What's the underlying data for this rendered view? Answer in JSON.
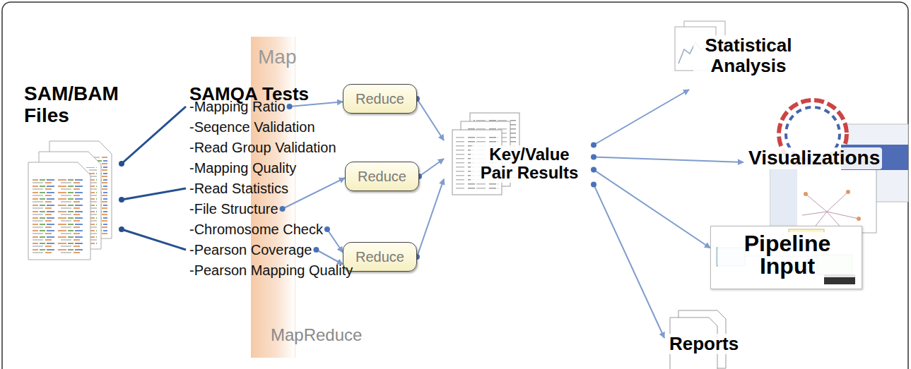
{
  "diagram": {
    "nodes": [
      {
        "text": [
          "SAM/BAM Files"
        ]
      },
      {
        "text": [
          "Map",
          "MapReduce"
        ]
      },
      {
        "text": [
          "SAMQA Tests",
          "-Mapping Ratio",
          "-Seqence Validation",
          "-Read Group Validation",
          "-Mapping Quality",
          "-Read Statistics",
          "-File Structure",
          "-Chromosome Check",
          "-Pearson Coverage",
          "-Pearson Mapping Quality"
        ]
      },
      {
        "text": [
          "Reduce"
        ]
      },
      {
        "text": [
          "Reduce"
        ]
      },
      {
        "text": [
          "Reduce"
        ]
      },
      {
        "text": [
          "Key/Value Pair Results"
        ]
      },
      {
        "text": [
          "Statistical Analysis"
        ]
      },
      {
        "text": [
          "Visualizations"
        ]
      },
      {
        "text": [
          "Pipeline Input"
        ]
      },
      {
        "text": [
          "Reports"
        ]
      }
    ],
    "edges": [
      {
        "from": 0,
        "to": 2,
        "arrow": "none"
      },
      {
        "from": 0,
        "to": 2,
        "arrow": "none"
      },
      {
        "from": 0,
        "to": 2,
        "arrow": "none"
      },
      {
        "from": 2,
        "to": 3,
        "arrow": "to"
      },
      {
        "from": 2,
        "to": 4,
        "arrow": "to"
      },
      {
        "from": 2,
        "to": 5,
        "arrow": "to"
      },
      {
        "from": 2,
        "to": 5,
        "arrow": "to"
      },
      {
        "from": 3,
        "to": 6,
        "arrow": "to"
      },
      {
        "from": 4,
        "to": 6,
        "arrow": "to"
      },
      {
        "from": 5,
        "to": 6,
        "arrow": "to"
      },
      {
        "from": 6,
        "to": 7,
        "arrow": "to"
      },
      {
        "from": 6,
        "to": 8,
        "arrow": "to"
      },
      {
        "from": 6,
        "to": 9,
        "arrow": "to"
      },
      {
        "from": 6,
        "to": 10,
        "arrow": "to"
      }
    ]
  }
}
